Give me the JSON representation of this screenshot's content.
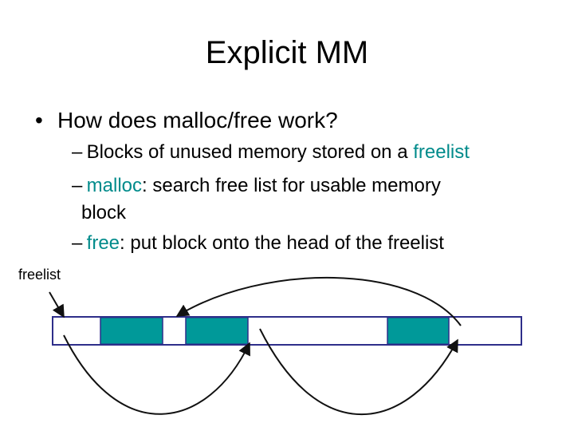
{
  "title": "Explicit MM",
  "bullet": {
    "marker": "•",
    "text": "How does malloc/free work?"
  },
  "subitems": [
    {
      "dash": "–",
      "pre": "Blocks of unused memory stored on a ",
      "hl": "freelist",
      "post": ""
    },
    {
      "dash": "–",
      "pre": "",
      "hl": "malloc",
      "post": ": search free list for usable memory"
    },
    {
      "dash": "–",
      "pre": "",
      "hl": "free",
      "post": ": put block onto the head of the freelist"
    }
  ],
  "continuation": "block",
  "diagram": {
    "freelist_label": "freelist",
    "colors": {
      "outline": "#2e2e8a",
      "used_fill": "#009999",
      "arrow": "#111111",
      "highlight": "#008b8b"
    }
  }
}
